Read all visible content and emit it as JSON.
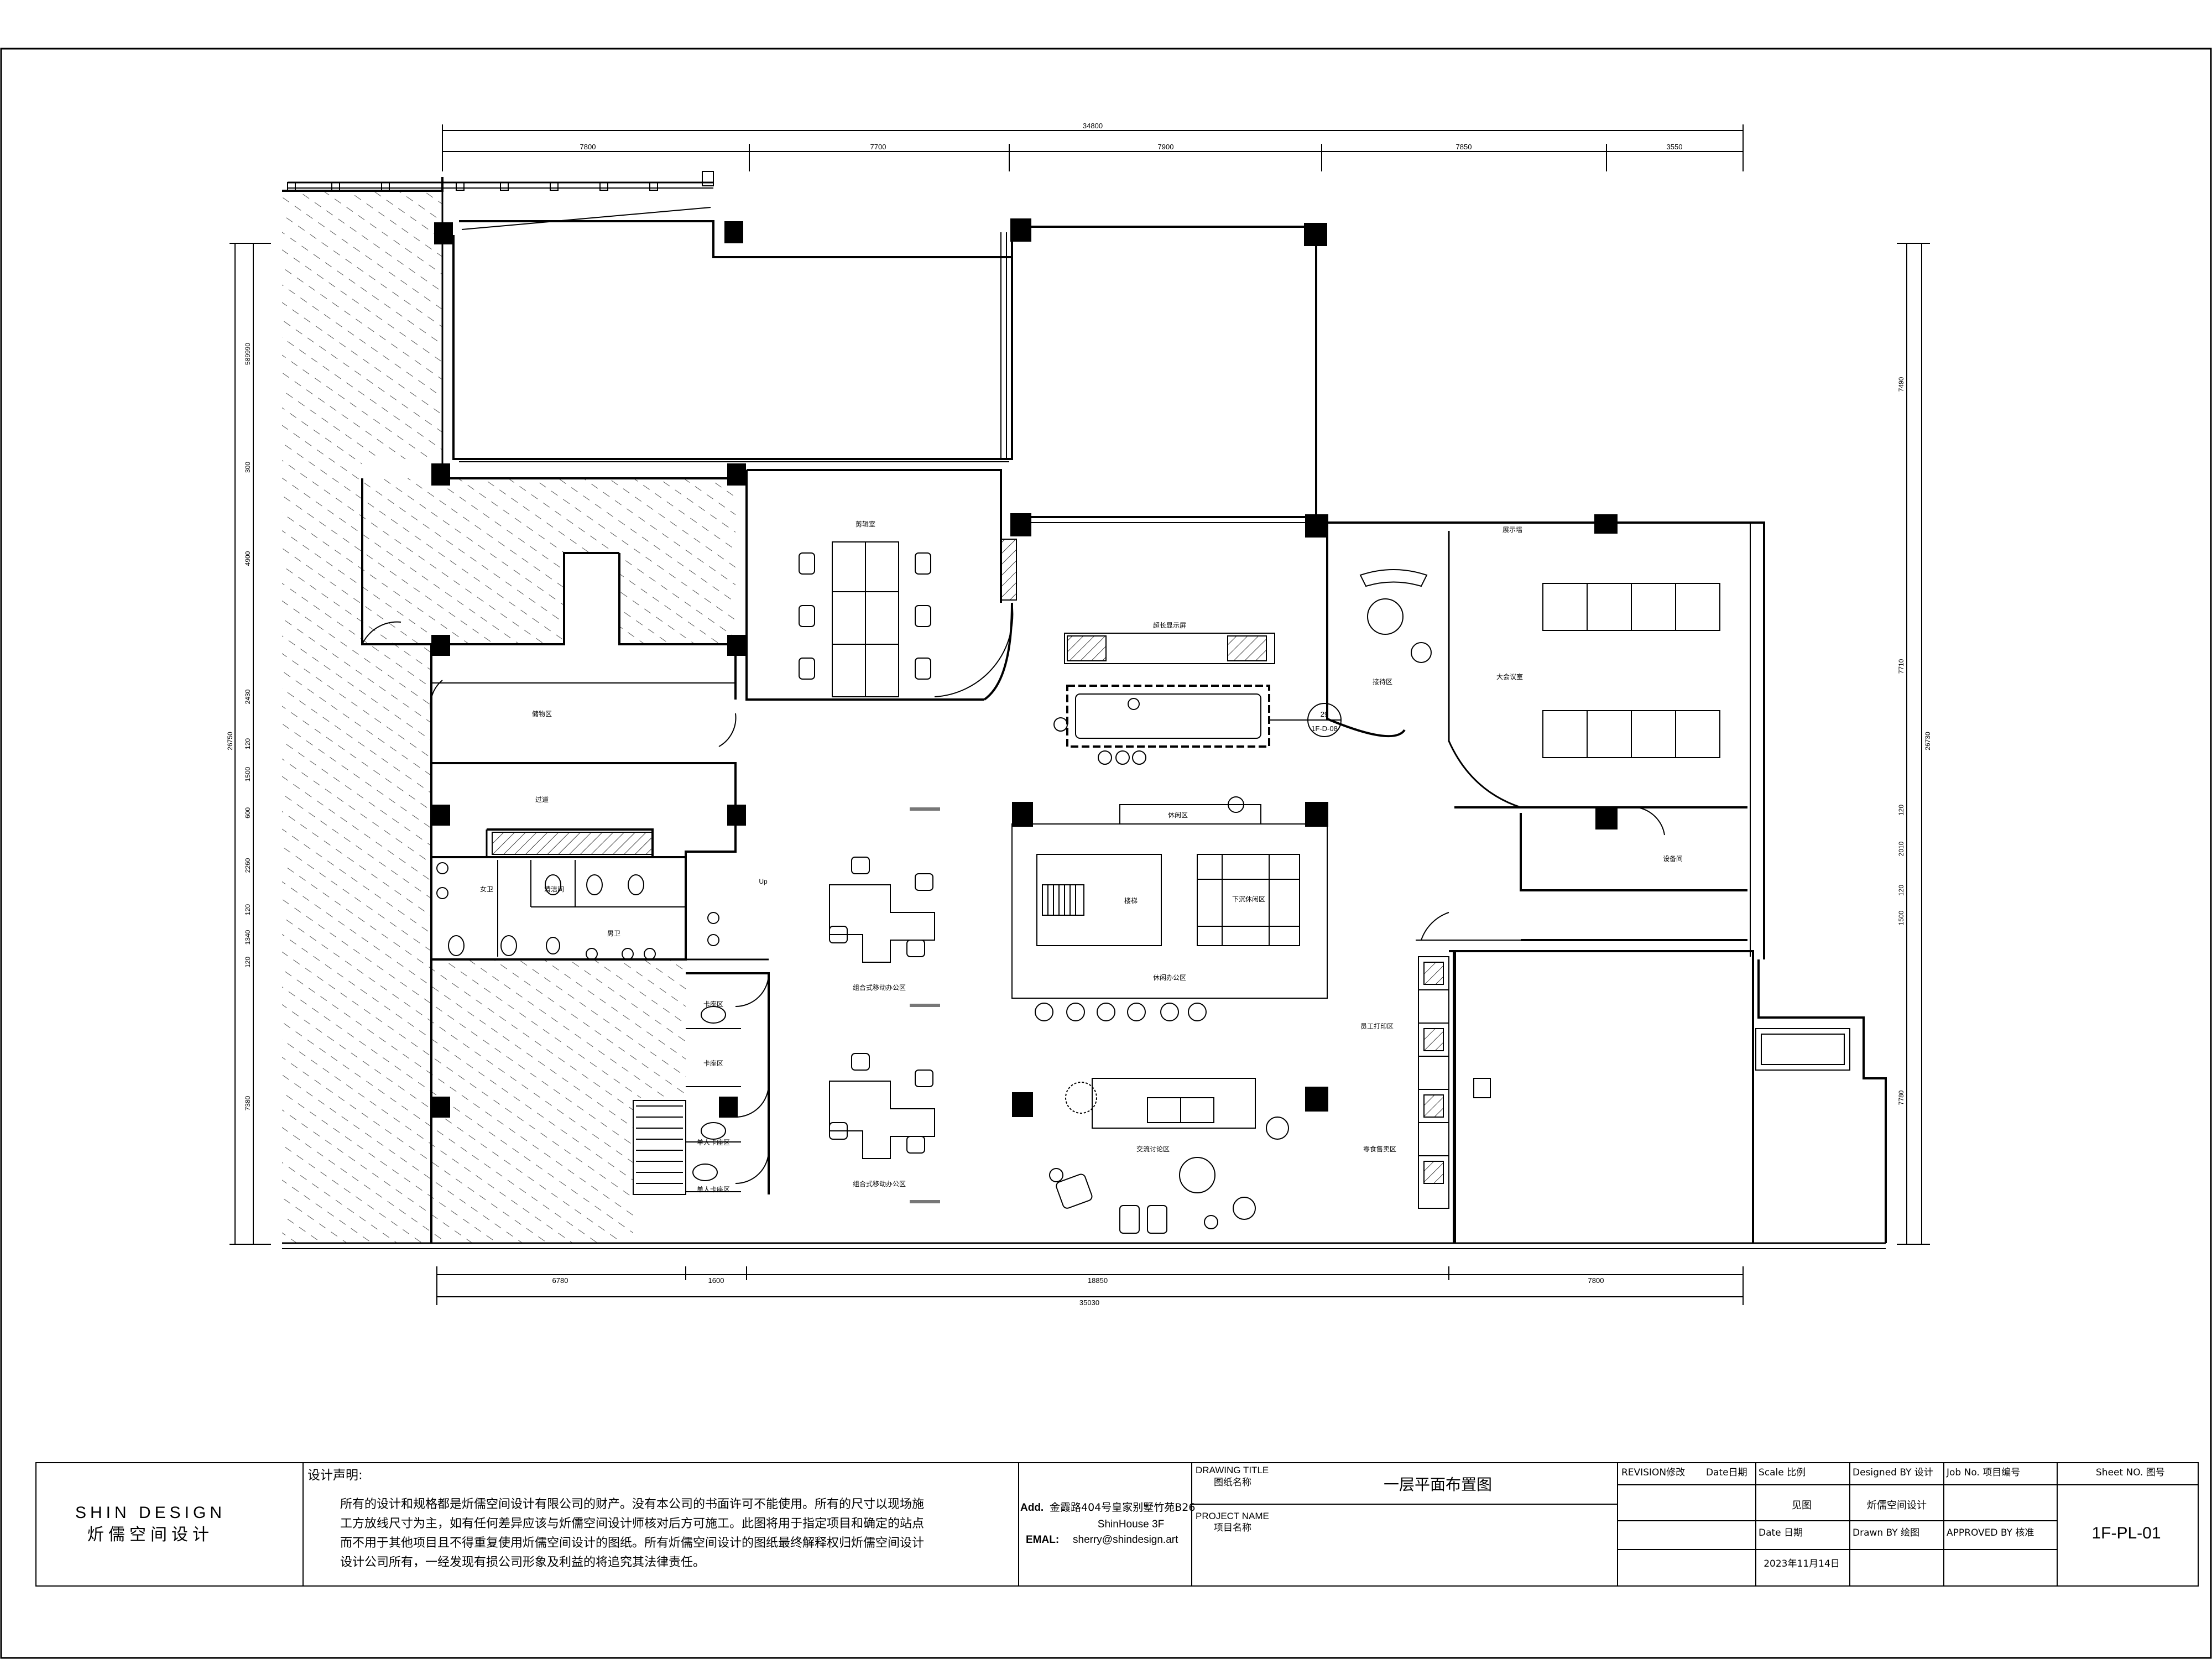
{
  "dimensions": {
    "top_total": "34800",
    "top_segments": [
      "7800",
      "7700",
      "7900",
      "7850",
      "3550"
    ],
    "bottom_segments": [
      "6780",
      "1600",
      "18850",
      "7800"
    ],
    "bottom_total": "35030",
    "left_total": "26750",
    "left_segments": [
      "589990",
      "300",
      "4900",
      "2430",
      "120",
      "1500",
      "600",
      "2260",
      "120",
      "1340",
      "120",
      "7380"
    ],
    "right_total": "26730",
    "right_segments": [
      "7490",
      "7710",
      "120",
      "2010",
      "120",
      "1500",
      "7780"
    ]
  },
  "rooms": {
    "meeting_small": "剪辑室",
    "display_wall": "超长显示屏",
    "lounge_left": "储物区",
    "corridor": "过道",
    "womens_wc": "女卫",
    "cleaning": "清洁间",
    "mens_wc": "男卫",
    "card_room_1": "卡座区",
    "card_room_2": "卡座区",
    "single_booth_1": "单人卡座区",
    "single_booth_2": "单人卡座区",
    "open_office_1": "组合式移动办公区",
    "open_office_2": "组合式移动办公区",
    "rest_area": "休闲区",
    "stairs": "楼梯",
    "sunken_seating": "下沉休闲区",
    "rest_office": "休闲办公区",
    "reception": "接待区",
    "big_meeting": "大会议室",
    "cabinet": "展示墙",
    "equipment": "设备间",
    "staff_print": "员工打印区",
    "exchange_area": "交流讨论区",
    "storage_area": "零食售卖区",
    "up_label": "Up",
    "callout_num": "29",
    "callout_ref": "1F-D-08"
  },
  "title_block": {
    "logo_en": "SHIN DESIGN",
    "logo_cn": "炘儒空间设计",
    "statement_title": "设计声明:",
    "statement_lines": [
      "所有的设计和规格都是炘儒空间设计有限公司的财产。没有本公司的书面许可不能使用。所有的尺寸以现场施",
      "工方放线尺寸为主，如有任何差异应该与炘儒空间设计师核对后方可施工。此图将用于指定项目和确定的站点",
      "而不用于其他项目且不得重复使用炘儒空间设计的图纸。所有炘儒空间设计的图纸最终解释权归炘儒空间设计",
      "设计公司所有，一经发现有损公司形象及利益的将追究其法律责任。"
    ],
    "add_label": "Add.",
    "address_line1": "金霞路404号皇家别墅竹苑B26",
    "address_line2": "ShinHouse 3F",
    "email_label": "EMAL:",
    "email": "sherry@shindesign.art",
    "drawing_title_en": "DRAWING TITLE",
    "drawing_title_cn": "图纸名称",
    "drawing_title_value": "一层平面布置图",
    "project_name_en": "PROJECT NAME",
    "project_name_cn": "项目名称",
    "revision": "REVISION修改",
    "date_col": "Date日期",
    "scale": "Scale 比例",
    "scale_value": "见图",
    "date_label": "Date 日期",
    "date_value": "2023年11月14日",
    "designed_by": "Designed BY 设计",
    "designed_value": "炘儒空间设计",
    "drawn_by": "Drawn BY 绘图",
    "job_no": "Job No. 项目编号",
    "approved_by": "APPROVED BY 核准",
    "sheet_no": "Sheet NO. 图号",
    "sheet_value": "1F-PL-01"
  }
}
